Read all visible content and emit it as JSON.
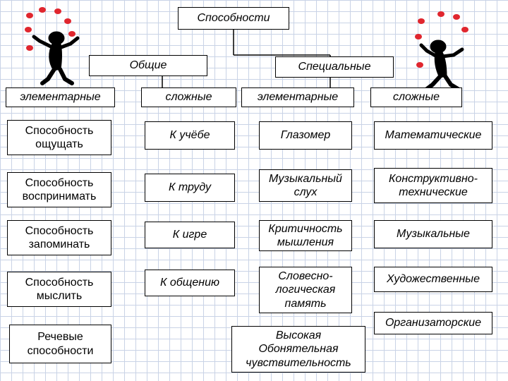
{
  "title": "Способности",
  "groups": {
    "general": "Общие",
    "special": "Специальные"
  },
  "columns": [
    {
      "header": "элементарные",
      "items": [
        "Способность\nощущать",
        "Способность\nвоспринимать",
        "Способность\nзапоминать",
        "Способность\nмыслить",
        "Речевые\nспособности"
      ]
    },
    {
      "header": "сложные",
      "items": [
        "К учёбе",
        "К труду",
        "К игре",
        "К общению"
      ]
    },
    {
      "header": "элементарные",
      "items": [
        "Глазомер",
        "Музыкальный\nслух",
        "Критичность\nмышления",
        "Словесно-\nлогическая\nпамять",
        "Высокая\nОбонятельная\nчувствительность"
      ]
    },
    {
      "header": "сложные",
      "items": [
        "Математические",
        "Конструктивно-\nтехнические",
        "Музыкальные",
        "Художественные",
        "Организаторские"
      ]
    }
  ],
  "colors": {
    "ball": "#e0262e",
    "grid": "#c9d3e6",
    "figure": "#000000"
  },
  "icons": [
    "juggler-figure-icon"
  ]
}
